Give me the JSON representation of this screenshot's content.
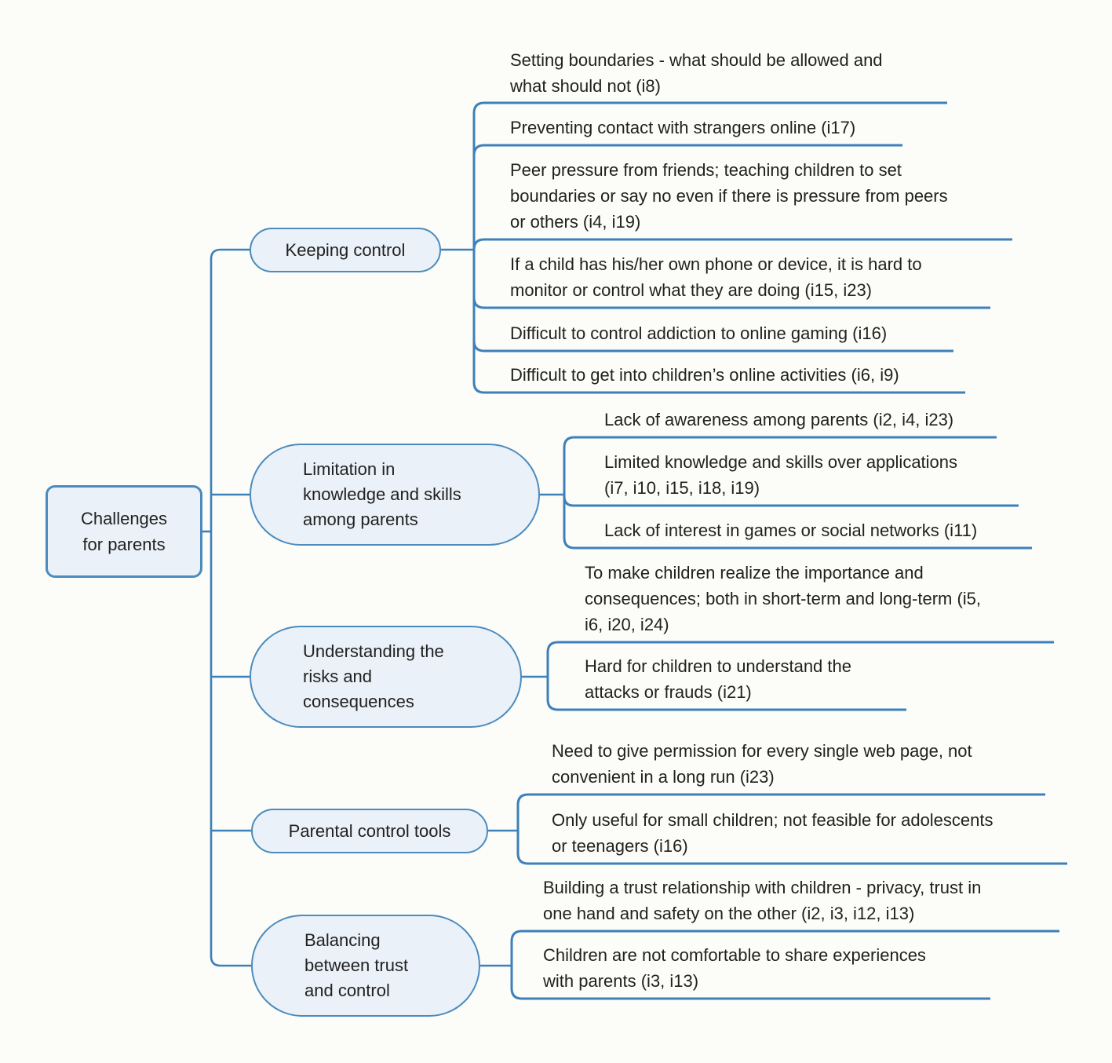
{
  "theme": {
    "bg": "#fcfcf9",
    "line": "#3d80ba",
    "node-border": "#4b8bbd",
    "node-fill": "#eaf1f8",
    "text": "#212121"
  },
  "root": {
    "label": "Challenges\nfor parents"
  },
  "branches": [
    {
      "label": "Keeping control",
      "leaves": [
        {
          "text": "Setting boundaries - what should be allowed and\nwhat should not (i8)"
        },
        {
          "text": "Preventing contact with strangers online (i17)"
        },
        {
          "text": "Peer pressure from friends; teaching children to set\nboundaries or say no even if there is pressure from peers\nor others (i4, i19)"
        },
        {
          "text": "If a child has his/her own phone or device, it is hard to\nmonitor or control what they are doing (i15, i23)"
        },
        {
          "text": "Difficult to control addiction to online gaming (i16)"
        },
        {
          "text": "Difficult to get into children’s online activities (i6, i9)"
        }
      ]
    },
    {
      "label": "Limitation in\nknowledge and skills\namong parents",
      "leaves": [
        {
          "text": "Lack of awareness among parents (i2, i4, i23)"
        },
        {
          "text": "Limited knowledge and skills over applications\n(i7, i10, i15, i18, i19)"
        },
        {
          "text": "Lack of interest in games or social networks (i11)"
        }
      ]
    },
    {
      "label": "Understanding the\nrisks and\nconsequences",
      "leaves": [
        {
          "text": "To make children realize the importance and\nconsequences; both in short-term and long-term (i5,\ni6, i20, i24)"
        },
        {
          "text": "Hard for children to understand the\nattacks or frauds (i21)"
        }
      ]
    },
    {
      "label": "Parental control tools",
      "leaves": [
        {
          "text": "Need to give permission for every single web page, not\nconvenient in a long run (i23)"
        },
        {
          "text": "Only useful for small children; not feasible for adolescents\nor teenagers (i16)"
        }
      ]
    },
    {
      "label": "Balancing\nbetween trust\nand control",
      "leaves": [
        {
          "text": "Building a trust relationship with children - privacy, trust in\none hand and safety on the other (i2, i3, i12, i13)"
        },
        {
          "text": "Children are not comfortable to share experiences\nwith parents (i3, i13)"
        }
      ]
    }
  ]
}
